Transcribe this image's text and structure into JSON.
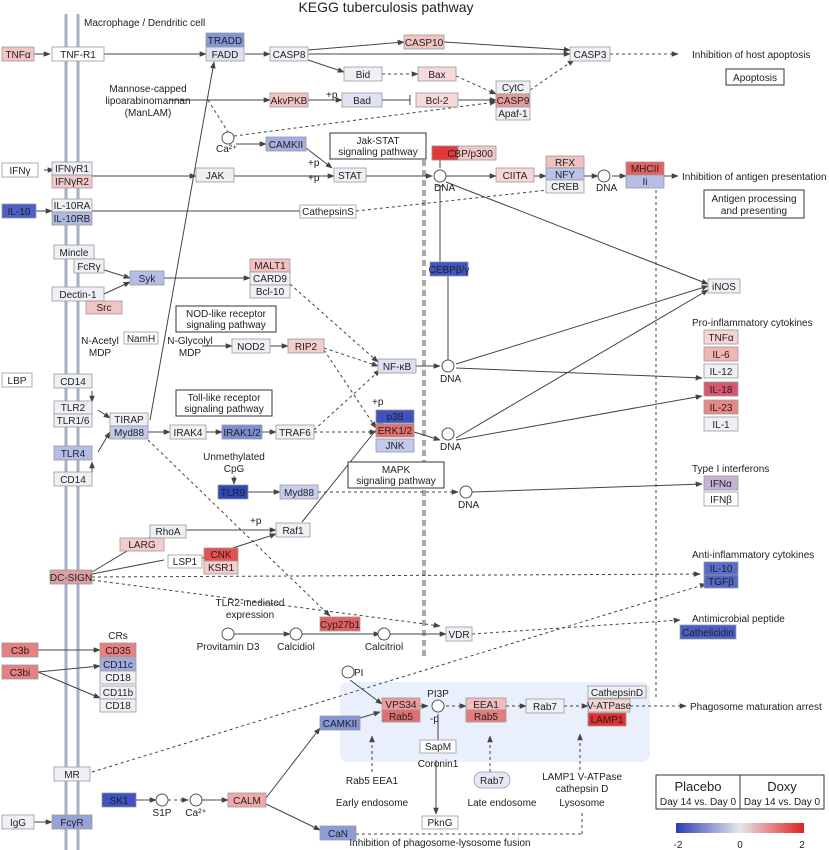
{
  "title": "KEGG tuberculosis pathway",
  "cell_label": "Macrophage / Dendritic cell",
  "colors": {
    "line": "#444444",
    "membrane": "#a6b0c4",
    "endosome_bg": "#e9f0fb",
    "neutral_box": "#eef0f6",
    "white_box": "#ffffff",
    "scale_low": "#2a3db4",
    "scale_mid": "#e6e6ee",
    "scale_high": "#e02020"
  },
  "nodes": {
    "tnfa_l": "TNFα",
    "tnfr1": "TNF-R1",
    "tradd": "TRADD",
    "fadd": "FADD",
    "casp8": "CASP8",
    "casp10": "CASP10",
    "casp3": "CASP3",
    "bid": "Bid",
    "bax": "Bax",
    "akvpkb": "AkvPKB",
    "bad": "Bad",
    "bcl2": "Bcl-2",
    "cytc": "CytC",
    "casp9": "CASP9",
    "apaf1": "Apaf-1",
    "camkii_a": "CAMKII",
    "ifng_l": "IFNγ",
    "ifngr1": "IFNγR1",
    "ifngr2": "IFNγR2",
    "jak": "JAK",
    "stat": "STAT",
    "cbp": "CBP/p300",
    "ciita": "CIITA",
    "rfx": "RFX",
    "nfy": "NFY",
    "creb": "CREB",
    "mhcii": "MHCII",
    "ii": "Ii",
    "il10_l": "IL-10",
    "il10ra": "IL-10RA",
    "il10rb": "IL-10RB",
    "cathepsins": "CathepsinS",
    "mincle": "Mincle",
    "fcrg": "FcRγ",
    "syk": "Syk",
    "dectin1": "Dectin-1",
    "src": "Src",
    "malt1": "MALT1",
    "card9": "CARD9",
    "bcl10": "Bcl-10",
    "cebpb": "CEBPβ/γ",
    "inos": "iNOS",
    "namh": "NamH",
    "nod2": "NOD2",
    "rip2": "RIP2",
    "nfkb": "NF-κB",
    "lbp": "LBP",
    "cd14_a": "CD14",
    "tlr2": "TLR2",
    "tlr16": "TLR1/6",
    "tlr4": "TLR4",
    "cd14_b": "CD14",
    "tirap": "TIRAP",
    "myd88_a": "Myd88",
    "irak4": "IRAK4",
    "irak12": "IRAK1/2",
    "traf6": "TRAF6",
    "p38": "p38",
    "erk12": "ERK1/2",
    "jnk": "JNK",
    "tlr9": "TLR9",
    "myd88_b": "Myd88",
    "rhoa": "RhoA",
    "larg": "LARG",
    "lsp1": "LSP1",
    "raf1": "Raf1",
    "cnk": "CNK",
    "ksr1": "KSR1",
    "dcsign": "DC-SIGN",
    "cyp27b1": "Cyp27b1",
    "vdr": "VDR",
    "c3b": "C3b",
    "cd35": "CD35",
    "c3bi": "C3bi",
    "cd11c": "CD11c",
    "cd18_a": "CD18",
    "cd11b": "CD11b",
    "cd18_b": "CD18",
    "mr": "MR",
    "camkii_b": "CAMKII",
    "vps34": "VPS34",
    "rab5_a": "Rab5",
    "eea1": "EEA1",
    "rab5_b": "Rab5",
    "rab7_a": "Rab7",
    "cathepsind": "CathepsinD",
    "vatpase": "V-ATPase",
    "lamp1": "LAMP1",
    "sapm": "SapM",
    "sk1": "SK1",
    "calm": "CALM",
    "can": "CaN",
    "pkng": "PknG",
    "igg": "IgG",
    "fcgr": "FcγR",
    "tnfa_o": "TNFα",
    "il6": "IL-6",
    "il12": "IL-12",
    "il18": "IL-18",
    "il23": "IL-23",
    "il1": "IL-1",
    "ifna": "IFNα",
    "ifnb": "IFNβ",
    "il10_o": "IL-10",
    "tgfb": "TGFβ",
    "cathelicidin": "Cathelicidin",
    "rab7_b": "Rab7"
  },
  "pathways": {
    "jakstat": [
      "Jak-STAT",
      "signaling pathway"
    ],
    "nod": [
      "NOD-like receptor",
      "signaling pathway"
    ],
    "toll": [
      "Toll-like receptor",
      "signaling pathway"
    ],
    "mapk": [
      "MAPK",
      "signaling pathway"
    ],
    "apoptosis": [
      "Apoptosis"
    ],
    "antigen": [
      "Antigen processing",
      "and presenting"
    ]
  },
  "labels": {
    "manlam": [
      "Mannose-capped",
      "lipoarabinomannan",
      "(ManLAM)"
    ],
    "ca1": "Ca²⁺",
    "ca2": "Ca²⁺",
    "p_plus_1": "+p",
    "p_plus_2": "+p",
    "p_plus_3": "+p",
    "p_plus_4": "+p",
    "p_plus_5": "+p",
    "p_minus": "-p",
    "dna": "DNA",
    "nacetyl": [
      "N-Acetyl",
      "MDP"
    ],
    "nglycolyl": [
      "N-Glycolyl",
      "MDP"
    ],
    "unmethylated": [
      "Unmethylated",
      "CpG"
    ],
    "tlr2_expr": [
      "TLR2-mediated",
      "expression"
    ],
    "provitamin": "Provitamin D3",
    "calcidiol": "Calcidiol",
    "calcitriol": "Calcitriol",
    "crs": "CRs",
    "pi": "PI",
    "pi3p": "PI3P",
    "coronin1": "Coronin1",
    "rab5eea1": "Rab5 EEA1",
    "early_endosome": "Early endosome",
    "late_endosome": "Late endosome",
    "lamp_vatp": [
      "LAMP1 V-ATPase",
      "cathepsin D"
    ],
    "lysosome": "Lysosome",
    "s1p": "S1P",
    "out_apoptosis": "Inhibition of host apoptosis",
    "out_antigen": "Inhibition of antigen presentation",
    "out_proinflam": "Pro-inflammatory cytokines",
    "out_type1": "Type I interferons",
    "out_antiinflam": "Anti-inflammatory cytokines",
    "out_antimicrobial": "Antimicrobial peptide",
    "out_phagosome": "Phagosome maturation arrest",
    "out_fusion": "Inhibition of phagosome-lysosome fusion"
  },
  "legend": {
    "placebo": "Placebo",
    "placebo_sub": "Day 14 vs. Day 0",
    "doxy": "Doxy",
    "doxy_sub": "Day 14 vs. Day 0",
    "scale_ticks": [
      "-2",
      "0",
      "2"
    ],
    "scale_range": [
      -2,
      2
    ]
  }
}
